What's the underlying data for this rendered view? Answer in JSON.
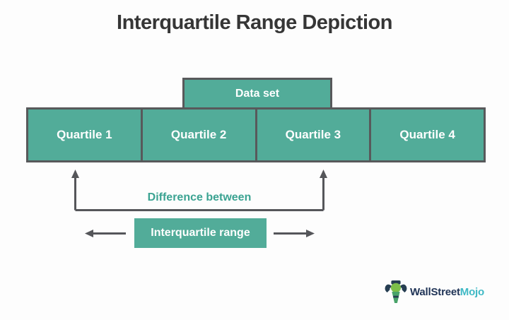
{
  "title": "Interquartile Range Depiction",
  "diagram": {
    "dataset_box": {
      "label": "Data set"
    },
    "quartiles": [
      {
        "label": "Quartile 1"
      },
      {
        "label": "Quartile 2"
      },
      {
        "label": "Quartile 3"
      },
      {
        "label": "Quartile 4"
      }
    ],
    "difference_label": "Difference between",
    "iqr_label": "Interquartile range"
  },
  "logo": {
    "icon": "mojo-mascot-icon",
    "brand_primary": "WallStreet",
    "brand_secondary": "Mojo"
  },
  "colors": {
    "box_teal": "#52ac99",
    "border_gray": "#58595b",
    "arrow_gray": "#55565a",
    "title_text": "#363636",
    "difference_text": "#3ba392",
    "logo_navy": "#1f3356",
    "logo_teal": "#3fb9c5"
  }
}
